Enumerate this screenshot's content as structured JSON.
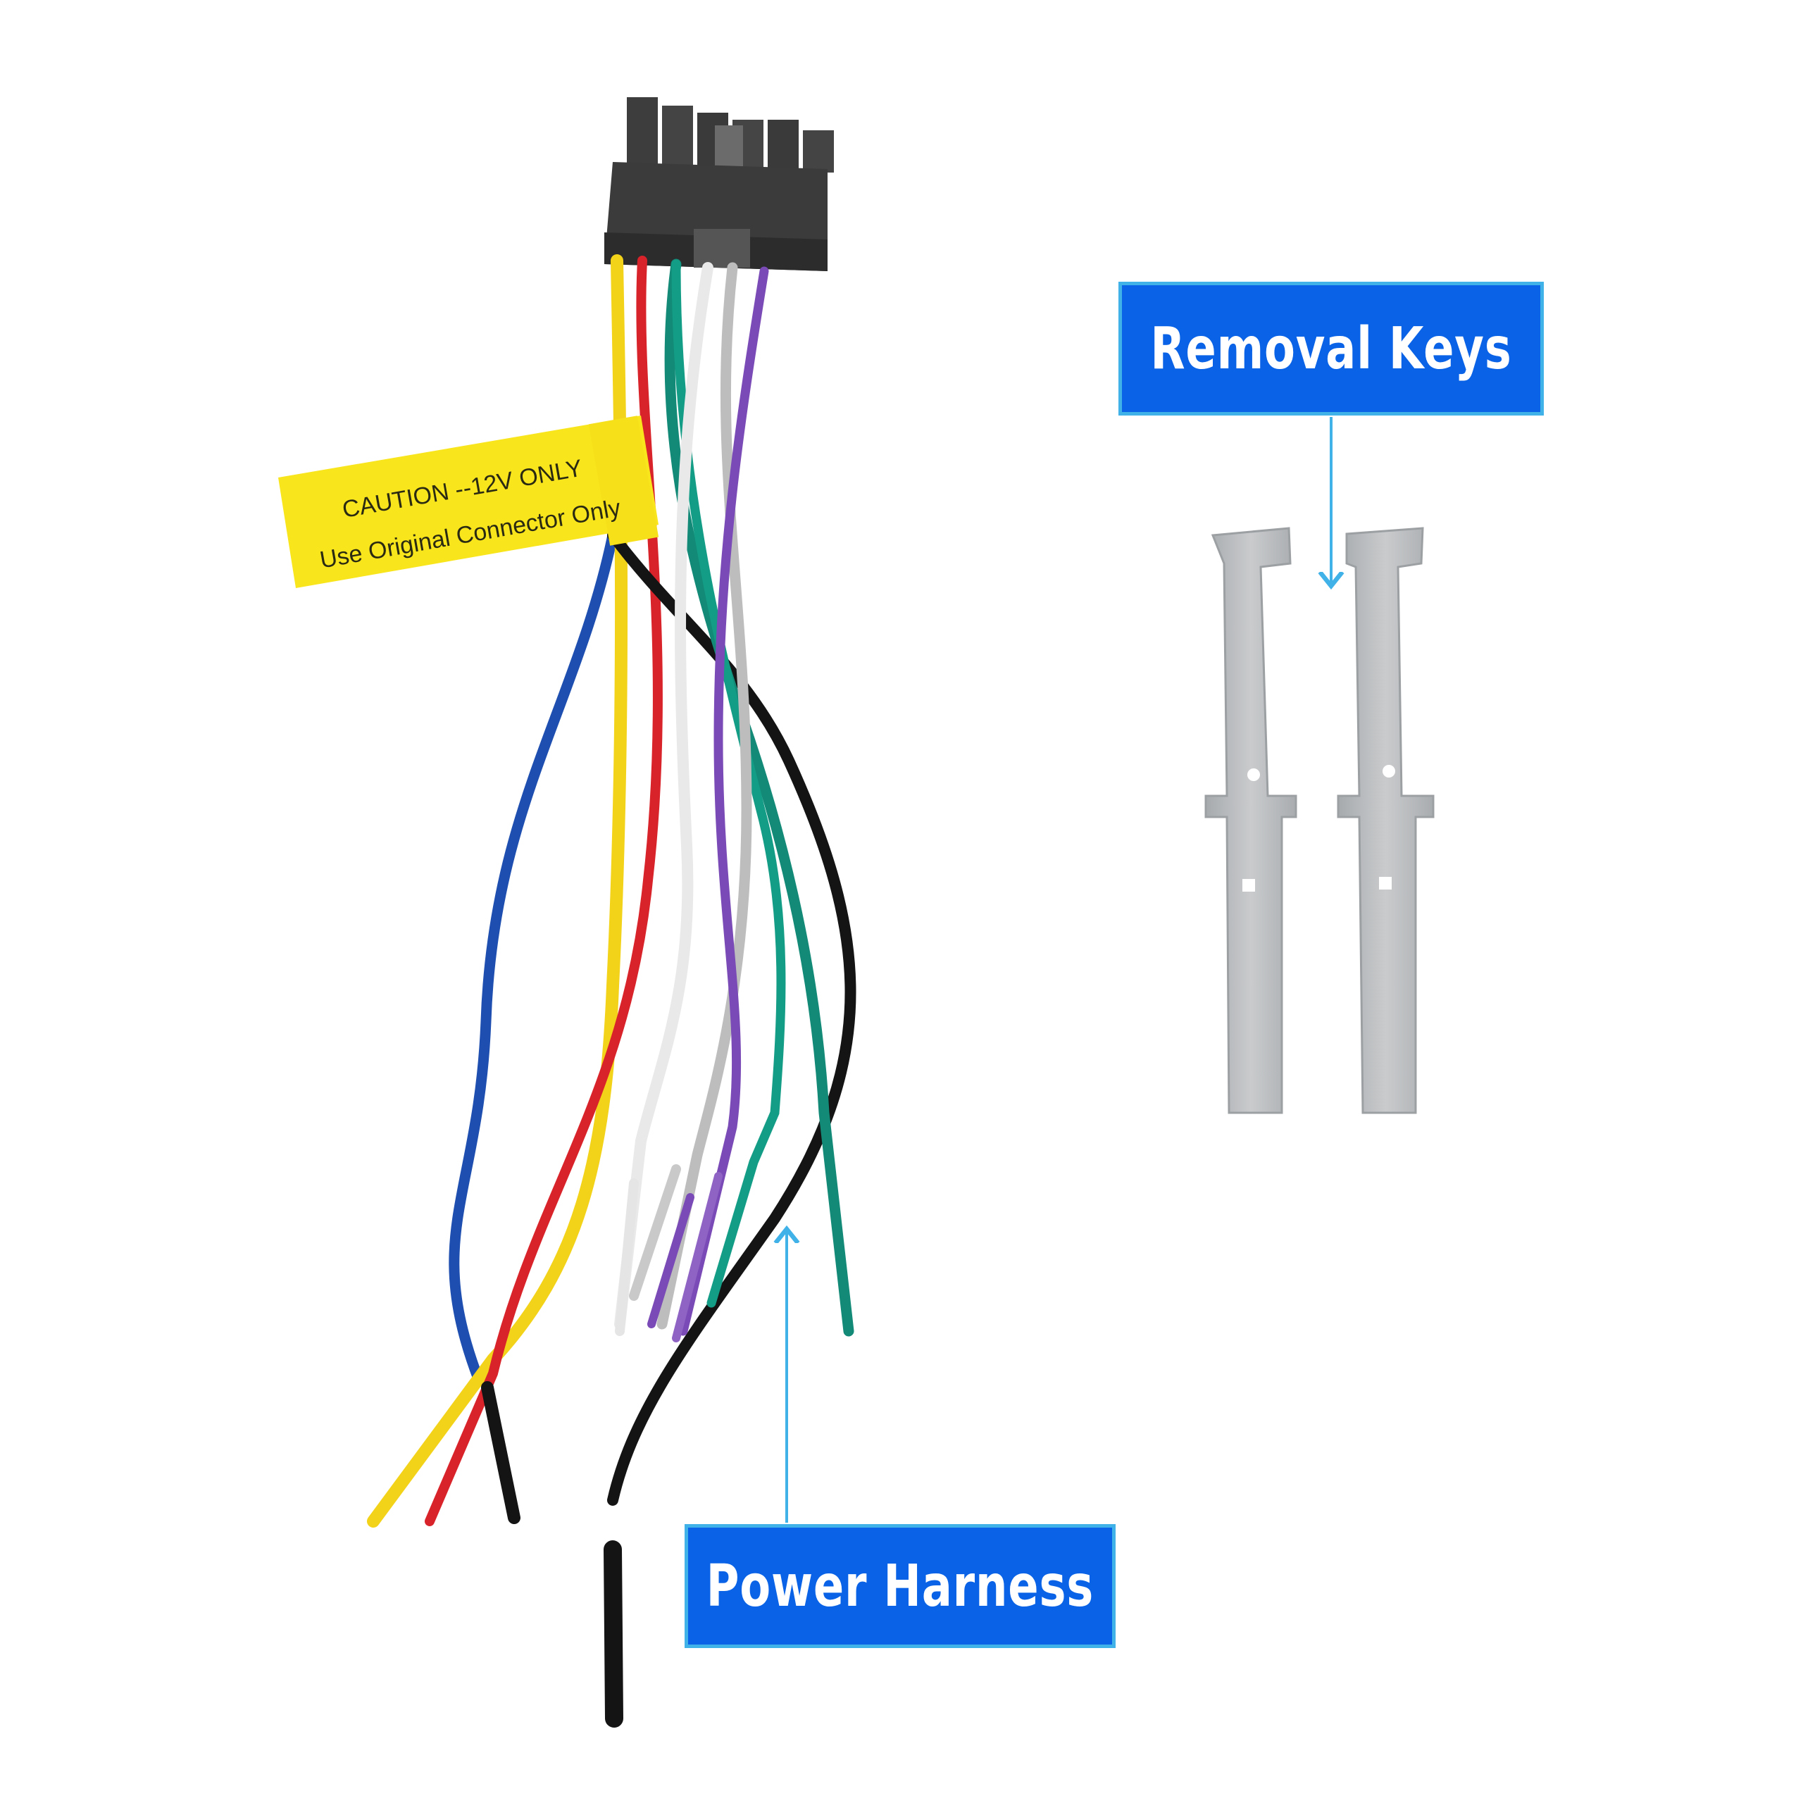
{
  "callouts": {
    "removal_keys": "Removal Keys",
    "power_harness": "Power Harness"
  },
  "caution_label": {
    "line1": "CAUTION --12V ONLY",
    "line2": "Use Original Connector Only"
  },
  "colors": {
    "callout_fill": "#0a63e6",
    "callout_border": "#41b2e8",
    "arrow": "#41b2e8",
    "label_yellow": "#f9e51c",
    "connector": "#3b3b3b",
    "key_metal": "#b9bcbf"
  },
  "wires": [
    "yellow",
    "red",
    "teal",
    "white",
    "gray",
    "purple",
    "black",
    "blue"
  ]
}
